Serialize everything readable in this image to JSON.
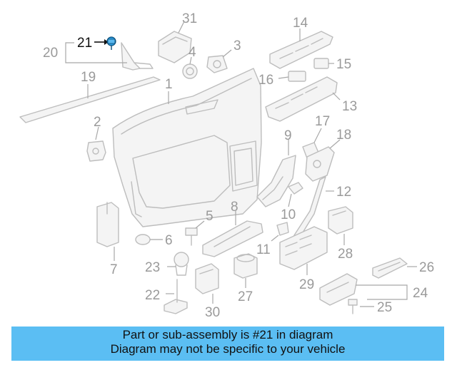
{
  "callouts": {
    "c1": "1",
    "c2": "2",
    "c3": "3",
    "c4": "4",
    "c5": "5",
    "c6": "6",
    "c7": "7",
    "c8": "8",
    "c9": "9",
    "c10": "10",
    "c11": "11",
    "c12": "12",
    "c13": "13",
    "c14": "14",
    "c15": "15",
    "c16": "16",
    "c17": "17",
    "c18": "18",
    "c19": "19",
    "c20": "20",
    "c21": "21",
    "c22": "22",
    "c23": "23",
    "c24": "24",
    "c25": "25",
    "c26": "26",
    "c27": "27",
    "c28": "28",
    "c29": "29",
    "c30": "30",
    "c31": "31"
  },
  "highlight_color": "#2b9be0",
  "banner": {
    "line1": "Part or sub-assembly is #21 in diagram",
    "line2": "Diagram may not be specific to your vehicle",
    "background": "#5bbef3"
  }
}
